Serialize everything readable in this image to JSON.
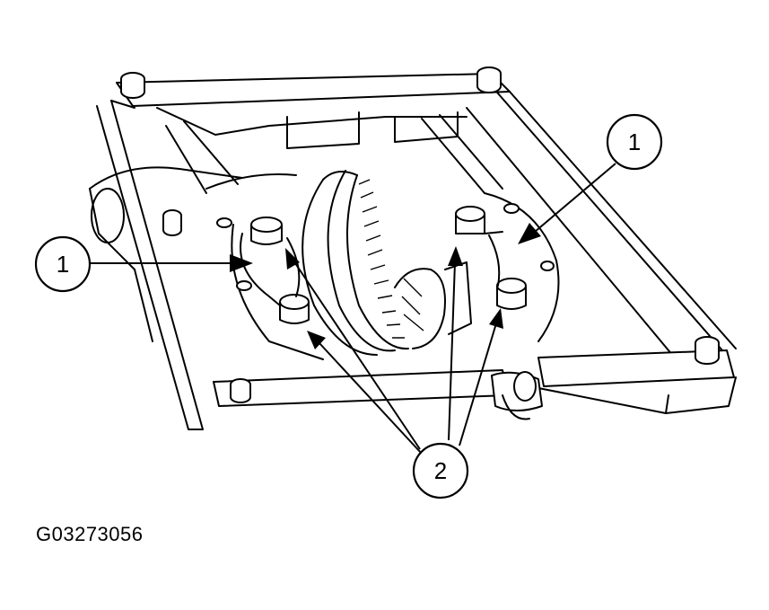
{
  "figure": {
    "id_label": "G03273056",
    "callouts": [
      {
        "label": "1"
      },
      {
        "label": "1"
      },
      {
        "label": "2"
      }
    ],
    "colors": {
      "line": "#000000",
      "background": "#ffffff"
    }
  }
}
